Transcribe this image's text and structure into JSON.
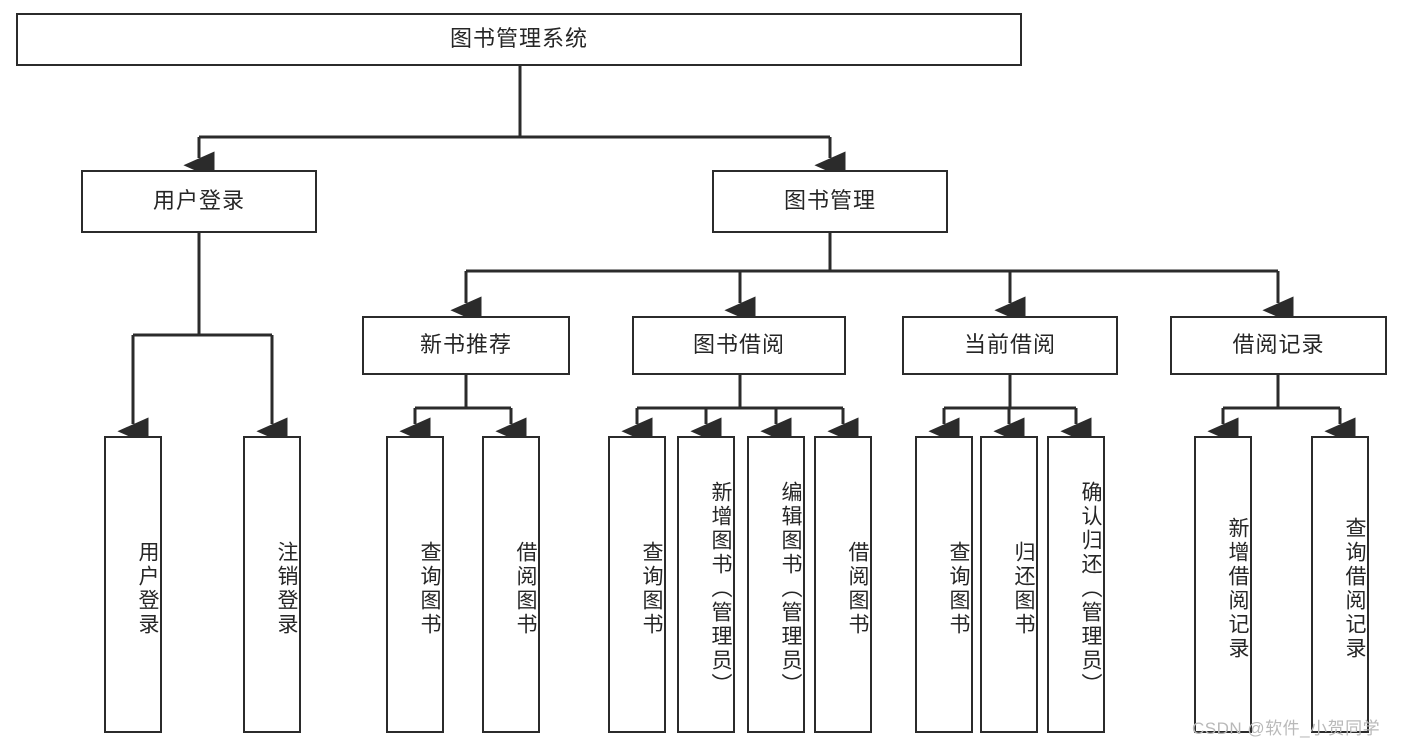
{
  "diagram": {
    "type": "tree-hierarchy-chart",
    "title": "图书管理系统",
    "orientation": "top-down",
    "colors": {
      "box_border": "#2b2b2b",
      "box_fill": "#ffffff",
      "connector": "#2b2b2b",
      "text": "#262626",
      "watermark": "#b9b9b9",
      "background": "#ffffff"
    },
    "nodes": {
      "root": {
        "label": "图书管理系统",
        "level": 1
      },
      "user_login": {
        "label": "用户登录",
        "level": 2
      },
      "book_manage": {
        "label": "图书管理",
        "level": 2
      },
      "new_book_rec": {
        "label": "新书推荐",
        "level": 3
      },
      "book_borrow": {
        "label": "图书借阅",
        "level": 3
      },
      "current_borrow": {
        "label": "当前借阅",
        "level": 3
      },
      "borrow_record": {
        "label": "借阅记录",
        "level": 3
      },
      "leaf_user_login": {
        "label": "用户登录",
        "level": 3
      },
      "leaf_logout": {
        "label": "注销登录",
        "level": 3
      },
      "leaf_query_book_1": {
        "label": "查询图书",
        "level": 4
      },
      "leaf_borrow_book_1": {
        "label": "借阅图书",
        "level": 4
      },
      "leaf_query_book_2": {
        "label": "查询图书",
        "level": 4
      },
      "leaf_add_book": {
        "label": "新增图书（管理员）",
        "level": 4
      },
      "leaf_edit_book": {
        "label": "编辑图书（管理员）",
        "level": 4
      },
      "leaf_borrow_book_2": {
        "label": "借阅图书",
        "level": 4
      },
      "leaf_query_book_3": {
        "label": "查询图书",
        "level": 4
      },
      "leaf_return_book": {
        "label": "归还图书",
        "level": 4
      },
      "leaf_confirm_return": {
        "label": "确认归还（管理员）",
        "level": 4
      },
      "leaf_add_record": {
        "label": "新增借阅记录",
        "level": 4
      },
      "leaf_query_record": {
        "label": "查询借阅记录",
        "level": 4
      }
    },
    "edges": [
      {
        "from": "root",
        "to": "user_login"
      },
      {
        "from": "root",
        "to": "book_manage"
      },
      {
        "from": "user_login",
        "to": "leaf_user_login"
      },
      {
        "from": "user_login",
        "to": "leaf_logout"
      },
      {
        "from": "book_manage",
        "to": "new_book_rec"
      },
      {
        "from": "book_manage",
        "to": "book_borrow"
      },
      {
        "from": "book_manage",
        "to": "current_borrow"
      },
      {
        "from": "book_manage",
        "to": "borrow_record"
      },
      {
        "from": "new_book_rec",
        "to": "leaf_query_book_1"
      },
      {
        "from": "new_book_rec",
        "to": "leaf_borrow_book_1"
      },
      {
        "from": "book_borrow",
        "to": "leaf_query_book_2"
      },
      {
        "from": "book_borrow",
        "to": "leaf_add_book"
      },
      {
        "from": "book_borrow",
        "to": "leaf_edit_book"
      },
      {
        "from": "book_borrow",
        "to": "leaf_borrow_book_2"
      },
      {
        "from": "current_borrow",
        "to": "leaf_query_book_3"
      },
      {
        "from": "current_borrow",
        "to": "leaf_return_book"
      },
      {
        "from": "current_borrow",
        "to": "leaf_confirm_return"
      },
      {
        "from": "borrow_record",
        "to": "leaf_add_record"
      },
      {
        "from": "borrow_record",
        "to": "leaf_query_record"
      }
    ]
  },
  "watermark": {
    "text": "CSDN @软件_小贺同学"
  }
}
